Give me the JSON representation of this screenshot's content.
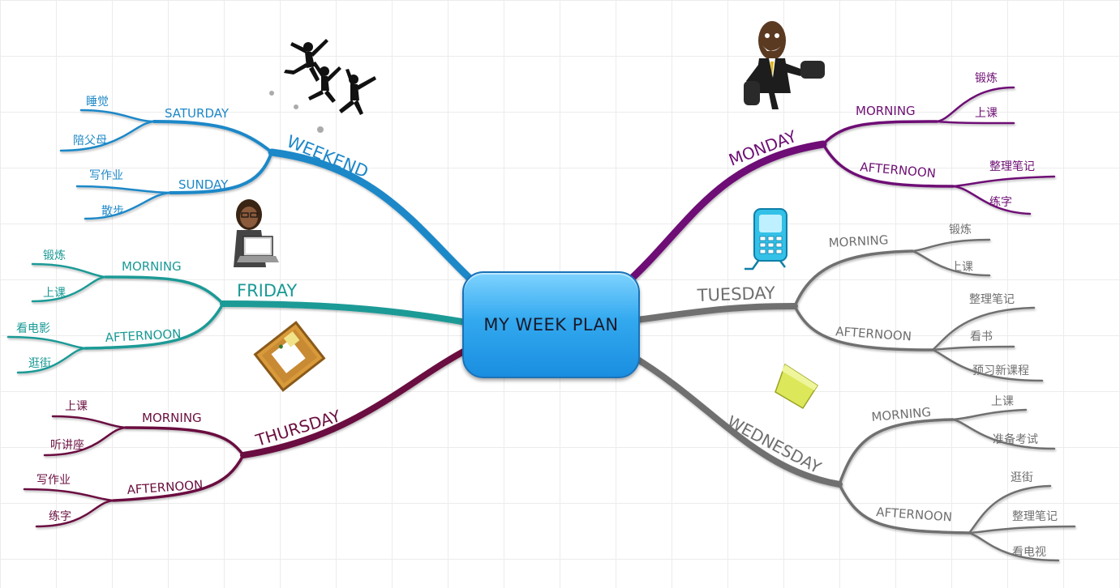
{
  "center": {
    "title": "MY WEEK PLAN"
  },
  "colors": {
    "weekend": "#1e88c8",
    "friday": "#1a9a96",
    "thursday": "#6b1040",
    "monday": "#6e0f74",
    "tuesday": "#6f6f6f",
    "wednesday": "#6f6f6f"
  },
  "weekend": {
    "label": "WEEKEND",
    "saturday": {
      "label": "SATURDAY",
      "items": [
        "睡觉",
        "陪父母"
      ]
    },
    "sunday": {
      "label": "SUNDAY",
      "items": [
        "写作业",
        "散步"
      ]
    }
  },
  "friday": {
    "label": "FRIDAY",
    "morning": {
      "label": "MORNING",
      "items": [
        "锻炼",
        "上课"
      ]
    },
    "afternoon": {
      "label": "AFTERNOON",
      "items": [
        "看电影",
        "逛街"
      ]
    }
  },
  "thursday": {
    "label": "THURSDAY",
    "morning": {
      "label": "MORNING",
      "items": [
        "上课",
        "听讲座"
      ]
    },
    "afternoon": {
      "label": "AFTERNOON",
      "items": [
        "写作业",
        "练字"
      ]
    }
  },
  "monday": {
    "label": "MONDAY",
    "morning": {
      "label": "MORNING",
      "items": [
        "锻炼",
        "上课"
      ]
    },
    "afternoon": {
      "label": "AFTERNOON",
      "items": [
        "整理笔记",
        "练字"
      ]
    }
  },
  "tuesday": {
    "label": "TUESDAY",
    "morning": {
      "label": "MORNING",
      "items": [
        "锻炼",
        "上课"
      ]
    },
    "afternoon": {
      "label": "AFTERNOON",
      "items": [
        "整理笔记",
        "看书",
        "预习新课程"
      ]
    }
  },
  "wednesday": {
    "label": "WEDNESDAY",
    "morning": {
      "label": "MORNING",
      "items": [
        "上课",
        "准备考试"
      ]
    },
    "afternoon": {
      "label": "AFTERNOON",
      "items": [
        "逛街",
        "整理笔记",
        "看电视"
      ]
    }
  },
  "icons": {
    "weekend": "jumping-people-icon",
    "monday": "businessman-dumbbells-icon",
    "friday": "woman-laptop-icon",
    "tuesday": "mobile-phone-icon",
    "thursday": "bulletin-board-icon",
    "wednesday": "sticky-note-icon"
  }
}
